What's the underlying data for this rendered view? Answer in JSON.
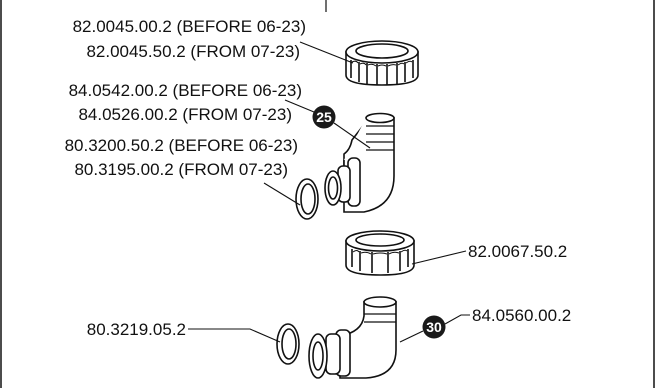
{
  "labels": {
    "nut_top": {
      "line1": "82.0045.00.2 (BEFORE 06-23)",
      "line2": "82.0045.50.2 (FROM 07-23)"
    },
    "elbow_top": {
      "line1": "84.0542.00.2 (BEFORE 06-23)",
      "line2": "84.0526.00.2 (FROM 07-23)"
    },
    "oring_top": {
      "line1": "80.3200.50.2 (BEFORE 06-23)",
      "line2": "80.3195.00.2 (FROM 07-23)"
    },
    "nut_bottom": "82.0067.50.2",
    "oring_bottom": "80.3219.05.2",
    "elbow_bottom": "84.0560.00.2"
  },
  "badges": {
    "top": "25",
    "bottom": "30"
  },
  "colors": {
    "line": "#111111",
    "badge_fill": "#1a1a1a",
    "background": "#ffffff"
  }
}
